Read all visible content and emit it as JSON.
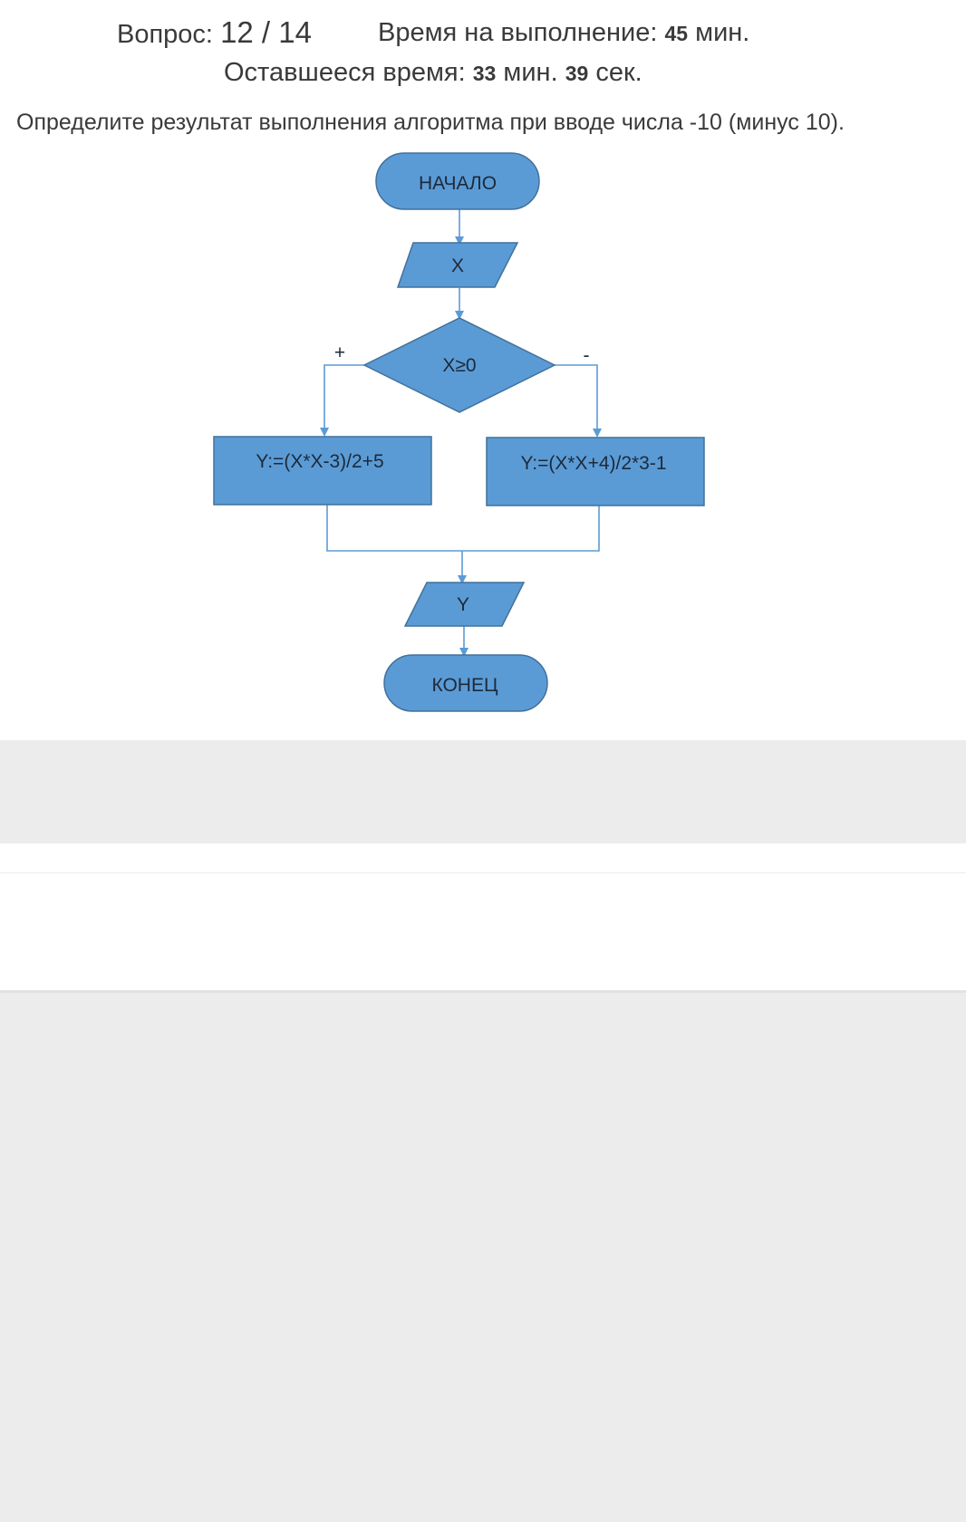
{
  "header": {
    "question_label": "Вопрос:",
    "question_number": "12 / 14",
    "time_label": "Время на выполнение:",
    "time_value": "45",
    "time_unit": "мин.",
    "remaining_label": "Оставшееся время:",
    "remaining_min": "33",
    "remaining_min_unit": "мин.",
    "remaining_sec": "39",
    "remaining_sec_unit": "сек."
  },
  "question": {
    "text": "Определите результат выполнения алгоритма при вводе числа -10 (минус 10)."
  },
  "flowchart": {
    "start": "НАЧАЛО",
    "input": "X",
    "condition": "X≥0",
    "yes_label": "+",
    "no_label": "-",
    "yes_action": "Y:=(X*X-3)/2+5",
    "no_action": "Y:=(X*X+4)/2*3-1",
    "output": "Y",
    "end": "КОНЕЦ",
    "fill_color": "#5b9bd5",
    "stroke_color": "#41719c"
  }
}
